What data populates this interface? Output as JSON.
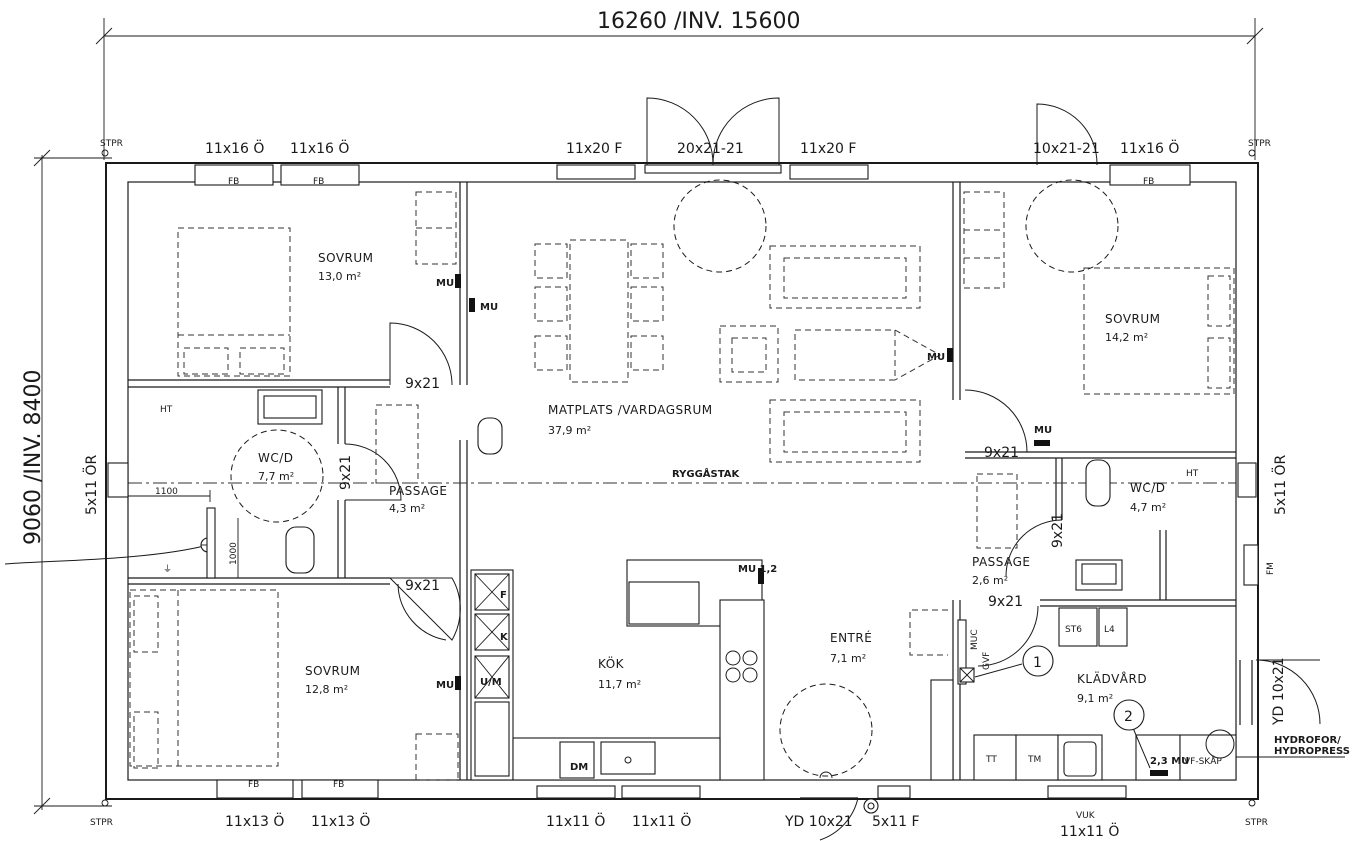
{
  "dimensions": {
    "width_label": "16260 /INV. 15600",
    "height_label": "9060 /INV. 8400",
    "dim_1100": "1100",
    "dim_1000": "1000"
  },
  "corners": [
    "STPR",
    "STPR",
    "STPR",
    "STPR"
  ],
  "windows": {
    "top": [
      "11x16 Ö",
      "11x16 Ö",
      "11x20 F",
      "20x21-21",
      "11x20 F",
      "10x21-21",
      "11x16 Ö"
    ],
    "bottom": [
      "11x13 Ö",
      "11x13 Ö",
      "11x11 Ö",
      "11x11 Ö",
      "YD 10x21",
      "5x11 F",
      "11x11 Ö"
    ],
    "left": "5x11 ÖR",
    "right": "5x11 ÖR",
    "right_door": "YD 10x21",
    "vuk": "VUK",
    "fb": "FB"
  },
  "rooms": [
    {
      "name": "SOVRUM",
      "area": "13,0 m²"
    },
    {
      "name": "MATPLATS /VARDAGSRUM",
      "area": "37,9 m²"
    },
    {
      "name": "SOVRUM",
      "area": "14,2 m²"
    },
    {
      "name": "WC/D",
      "area": "7,7 m²"
    },
    {
      "name": "PASSAGE",
      "area": "4,3 m²"
    },
    {
      "name": "SOVRUM",
      "area": "12,8 m²"
    },
    {
      "name": "KÖK",
      "area": "11,7 m²"
    },
    {
      "name": "ENTRÉ",
      "area": "7,1 m²"
    },
    {
      "name": "WC/D",
      "area": "4,7 m²"
    },
    {
      "name": "PASSAGE",
      "area": "2,6 m²"
    },
    {
      "name": "KLÄDVÅRD",
      "area": "9,1 m²"
    }
  ],
  "doors": [
    "9x21",
    "9x21",
    "9x21",
    "9x21",
    "9x21",
    "9x21"
  ],
  "labels": {
    "mu": "MU",
    "mu12": "MU 1,2",
    "mu23": "2,3 MU",
    "ht": "HT",
    "ryggastak": "RYGGÅSTAK",
    "f": "F",
    "k": "K",
    "um": "U/M",
    "dm": "DM",
    "st6": "ST6",
    "l4": "L4",
    "tt": "TT",
    "tm": "TM",
    "muc": "MUC",
    "gvf": "GVF",
    "fm": "FM",
    "vfskap": "VF-SKÅP",
    "hydrofor": "HYDROFOR/",
    "hydropress": "HYDROPRESS",
    "callout1": "1",
    "callout2": "2"
  }
}
